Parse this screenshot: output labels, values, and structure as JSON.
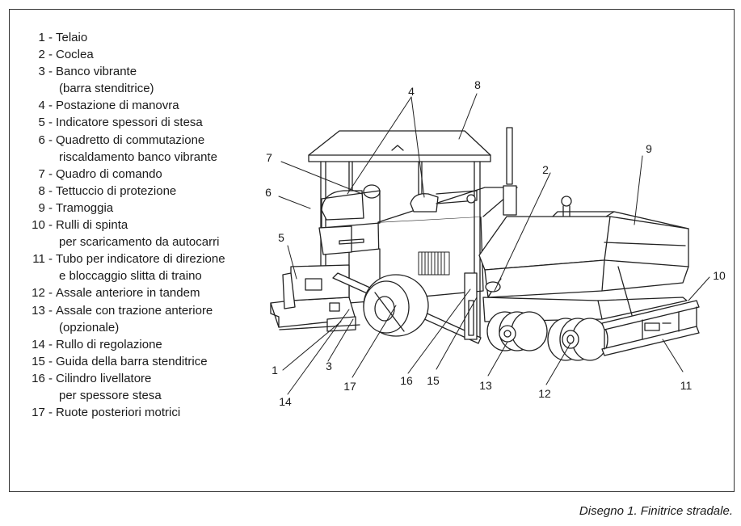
{
  "legend": [
    {
      "num": "1 -",
      "text": "Telaio"
    },
    {
      "num": "2 -",
      "text": "Coclea"
    },
    {
      "num": "3 -",
      "text": "Banco vibrante",
      "cont": "(barra stenditrice)"
    },
    {
      "num": "4 -",
      "text": "Postazione di manovra"
    },
    {
      "num": "5 -",
      "text": "Indicatore spessori di stesa"
    },
    {
      "num": "6 -",
      "text": "Quadretto di commutazione",
      "cont": "riscaldamento banco vibrante"
    },
    {
      "num": "7 -",
      "text": "Quadro di comando"
    },
    {
      "num": "8 -",
      "text": "Tettuccio di protezione"
    },
    {
      "num": "9 -",
      "text": "Tramoggia"
    },
    {
      "num": "10 -",
      "text": "Rulli di spinta",
      "cont": "per scaricamento da autocarri"
    },
    {
      "num": "11 -",
      "text": "Tubo per indicatore di direzione",
      "cont": "e bloccaggio slitta di traino"
    },
    {
      "num": "12 -",
      "text": "Assale anteriore in tandem"
    },
    {
      "num": "13 -",
      "text": "Assale con trazione anteriore",
      "cont": "(opzionale)"
    },
    {
      "num": "14 -",
      "text": "Rullo di regolazione"
    },
    {
      "num": "15 -",
      "text": "Guida della barra stenditrice"
    },
    {
      "num": "16 -",
      "text": "Cilindro livellatore",
      "cont": "per spessore stesa"
    },
    {
      "num": "17 -",
      "text": "Ruote posteriori motrici"
    }
  ],
  "callouts": {
    "c1": "1",
    "c2": "2",
    "c3": "3",
    "c4": "4",
    "c5": "5",
    "c6": "6",
    "c7": "7",
    "c8": "8",
    "c9": "9",
    "c10": "10",
    "c11": "11",
    "c12": "12",
    "c13": "13",
    "c14": "14",
    "c15": "15",
    "c16": "16",
    "c17": "17"
  },
  "caption": "Disegno 1. Finitrice stradale."
}
